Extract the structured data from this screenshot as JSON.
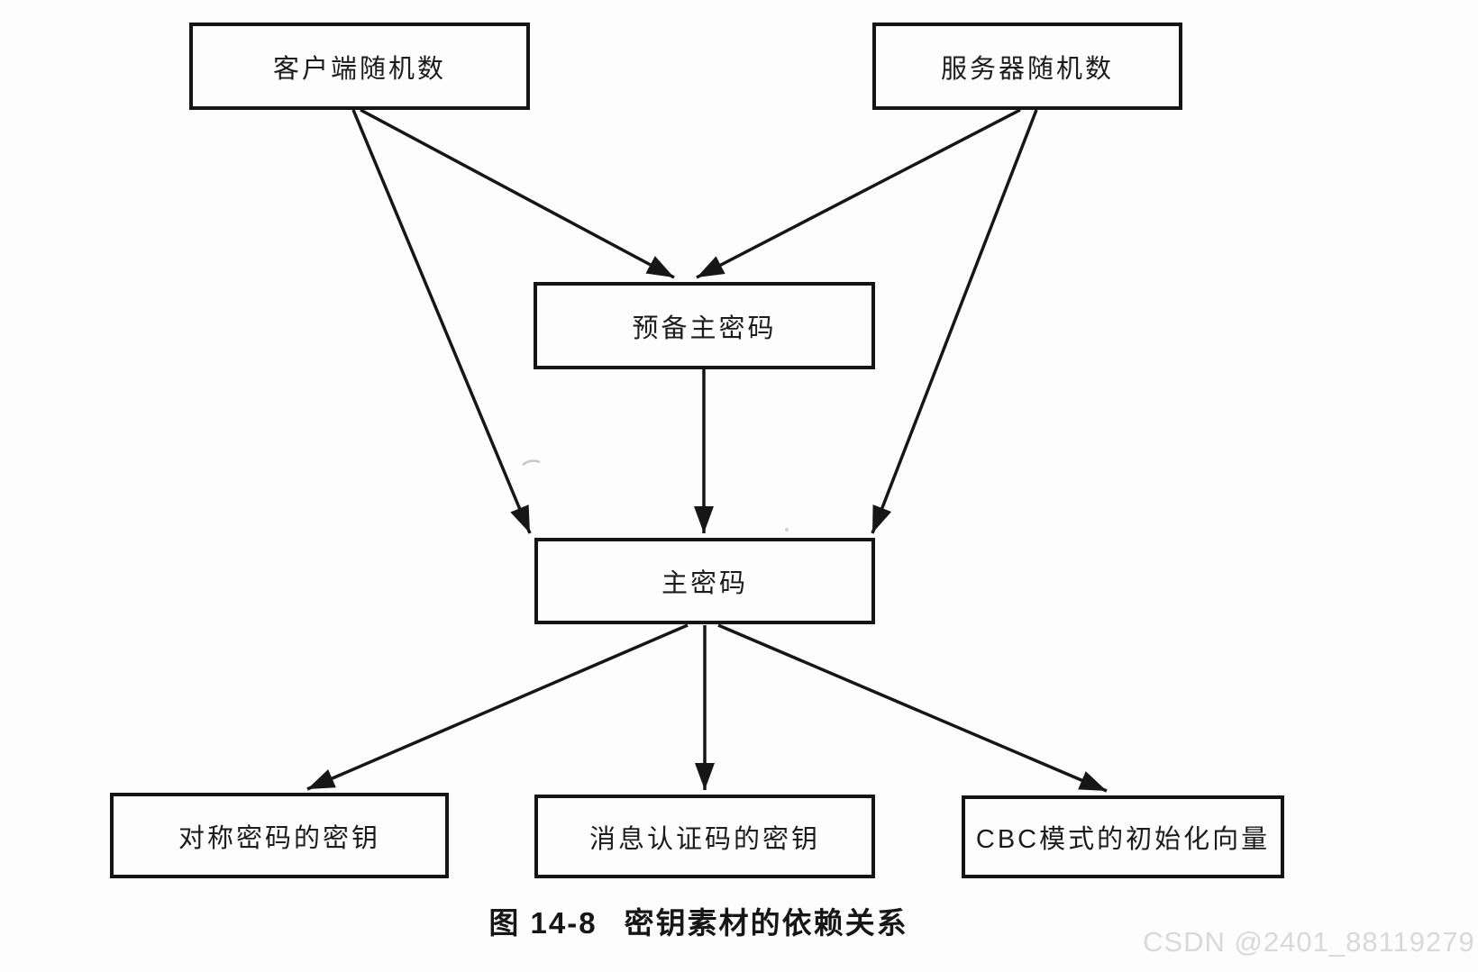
{
  "diagram": {
    "background_color": "#fdfdfd",
    "line_color": "#161616",
    "watermark_color": "#d9d9d9",
    "nodes": [
      {
        "id": "client_random",
        "label": "客户端随机数"
      },
      {
        "id": "server_random",
        "label": "服务器随机数"
      },
      {
        "id": "premaster_secret",
        "label": "预备主密码"
      },
      {
        "id": "master_secret",
        "label": "主密码"
      },
      {
        "id": "symmetric_key",
        "label": "对称密码的密钥"
      },
      {
        "id": "mac_key",
        "label": "消息认证码的密钥"
      },
      {
        "id": "cbc_iv",
        "label": "CBC模式的初始化向量"
      }
    ],
    "edges": [
      {
        "from": "client_random",
        "to": "premaster_secret"
      },
      {
        "from": "server_random",
        "to": "premaster_secret"
      },
      {
        "from": "client_random",
        "to": "master_secret"
      },
      {
        "from": "server_random",
        "to": "master_secret"
      },
      {
        "from": "premaster_secret",
        "to": "master_secret"
      },
      {
        "from": "master_secret",
        "to": "symmetric_key"
      },
      {
        "from": "master_secret",
        "to": "mac_key"
      },
      {
        "from": "master_secret",
        "to": "cbc_iv"
      }
    ]
  },
  "caption": {
    "figure_number": "图 14-8",
    "title": "密钥素材的依赖关系"
  },
  "watermark": {
    "text": "CSDN @2401_88119279"
  }
}
